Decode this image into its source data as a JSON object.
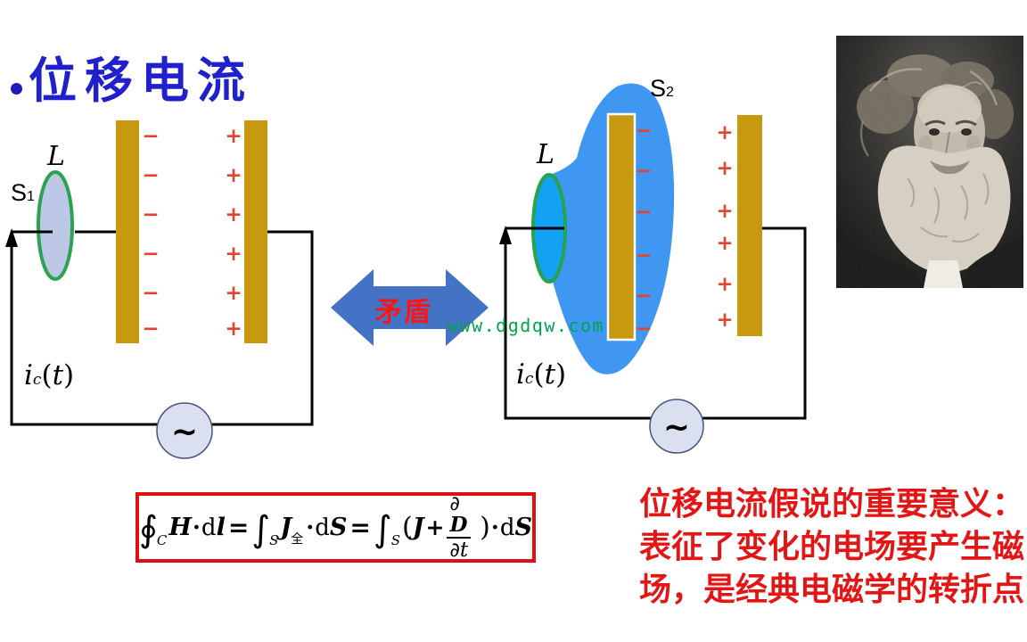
{
  "title": {
    "bullet": "•",
    "text": "位移电流",
    "color": "#2121CB"
  },
  "left_circuit": {
    "loop_label": "L",
    "surface_label": {
      "base": "S",
      "sub": "1"
    },
    "current_label": {
      "i": "i",
      "sub": "c",
      "lpar": "(",
      "t": "t",
      "rpar": ")"
    },
    "source_symbol": "~"
  },
  "right_circuit": {
    "loop_label": "L",
    "surface_label": {
      "base": "S",
      "sub": "2"
    },
    "current_label": {
      "i": "i",
      "sub": "c",
      "lpar": "(",
      "t": "t",
      "rpar": ")"
    },
    "source_symbol": "~"
  },
  "charges": {
    "minus": "−",
    "plus": "+"
  },
  "contradiction": {
    "label": "矛盾"
  },
  "watermark": "www.dgdqw.com",
  "formula": {
    "oint": "∮",
    "oint_sub": "C",
    "H": "H",
    "cdot1": "·",
    "d1": "d",
    "l": "l",
    "eq1": "=",
    "int1": "∫",
    "int1_sub": "S",
    "J1": "J",
    "J1_sub": "全",
    "cdot2": "·",
    "d2": "d",
    "S1": "S",
    "eq2": "=",
    "int2": "∫",
    "int2_sub": "S",
    "lpar": "(",
    "J2": "J",
    "plus": "+",
    "partial1": "∂",
    "D": "D",
    "partial2": "∂",
    "t": "t",
    "rpar": ")",
    "cdot3": "·",
    "d3": "d",
    "S2": "S"
  },
  "note": {
    "lines": [
      "位移电流假说的重要意义：",
      "表征了变化的电场要产生磁",
      "场，是经典电磁学的转折点"
    ],
    "color": "#E31515"
  },
  "colors": {
    "title_blue": "#2121CB",
    "plate_gold": "#C7990E",
    "blob_blue": "#3F97F2",
    "left_loop_fill": "#BCC8E6",
    "right_loop_fill": "#12A1F3",
    "loop_stroke_green": "#2BA351",
    "arrow_blue": "#4472C4",
    "charge_red": "#E0452F",
    "box_border_red": "#DD1111",
    "watermark_green": "#00A44F"
  }
}
